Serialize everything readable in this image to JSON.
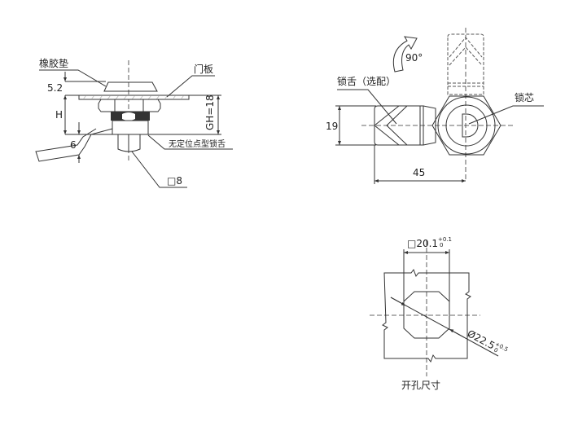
{
  "side_view": {
    "label_gasket": "橡胶垫",
    "label_panel": "门板",
    "dim_cap": "5.2",
    "dim_h": "H",
    "dim_tongue": "6",
    "dim_gh": "GH=18",
    "label_tongue_type": "无定位点型锁舌",
    "dim_square": "□8"
  },
  "front_view": {
    "rotation": "90°",
    "label_tongue": "锁舌（选配）",
    "label_core": "锁芯",
    "dim_width": "19",
    "dim_length": "45"
  },
  "cutout": {
    "dim_square": "□20.1",
    "tol_square_upper": "+0.1",
    "tol_square_lower": "0",
    "dim_diameter": "Ø22.5",
    "tol_diam_upper": "+0.5",
    "tol_diam_lower": "0",
    "title": "开孔尺寸"
  }
}
